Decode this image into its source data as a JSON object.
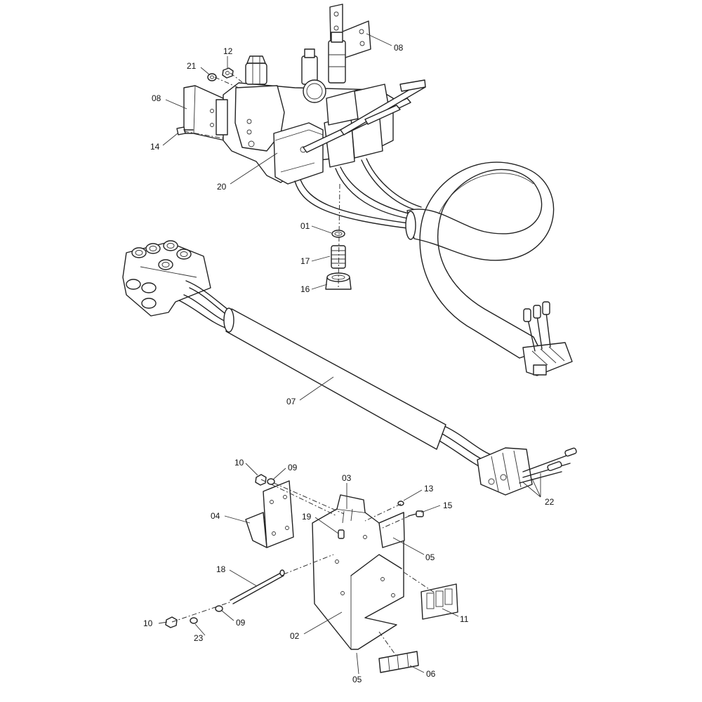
{
  "callouts": [
    {
      "id": "c08a",
      "label": "08"
    },
    {
      "id": "c12",
      "label": "12"
    },
    {
      "id": "c21",
      "label": "21"
    },
    {
      "id": "c08b",
      "label": "08"
    },
    {
      "id": "c14",
      "label": "14"
    },
    {
      "id": "c20",
      "label": "20"
    },
    {
      "id": "c01",
      "label": "01"
    },
    {
      "id": "c17",
      "label": "17"
    },
    {
      "id": "c16",
      "label": "16"
    },
    {
      "id": "c07",
      "label": "07"
    },
    {
      "id": "c10a",
      "label": "10"
    },
    {
      "id": "c09a",
      "label": "09"
    },
    {
      "id": "c03",
      "label": "03"
    },
    {
      "id": "c13",
      "label": "13"
    },
    {
      "id": "c15",
      "label": "15"
    },
    {
      "id": "c22",
      "label": "22"
    },
    {
      "id": "c04",
      "label": "04"
    },
    {
      "id": "c19",
      "label": "19"
    },
    {
      "id": "c05a",
      "label": "05"
    },
    {
      "id": "c18",
      "label": "18"
    },
    {
      "id": "c11",
      "label": "11"
    },
    {
      "id": "c10b",
      "label": "10"
    },
    {
      "id": "c09b",
      "label": "09"
    },
    {
      "id": "c23",
      "label": "23"
    },
    {
      "id": "c02",
      "label": "02"
    },
    {
      "id": "c05b",
      "label": "05"
    },
    {
      "id": "c06",
      "label": "06"
    }
  ]
}
